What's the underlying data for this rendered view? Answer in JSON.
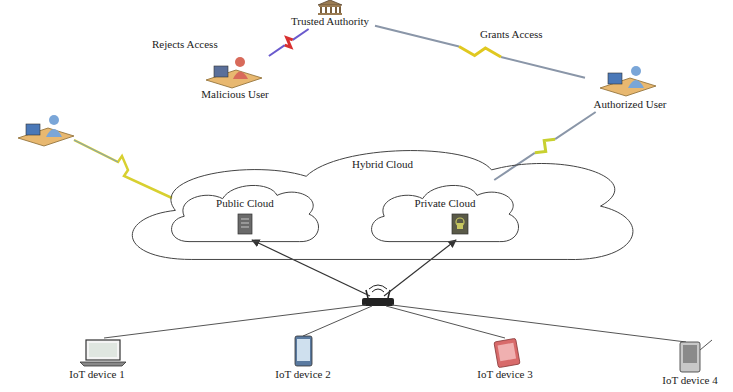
{
  "diagram": {
    "nodes": [
      {
        "text": [
          "Trusted Authority"
        ]
      },
      {
        "text": [
          "Malicious User"
        ]
      },
      {
        "text": [
          "Authorized User"
        ]
      },
      {
        "text": [
          "Hybrid Cloud"
        ]
      },
      {
        "text": [
          "Public Cloud"
        ],
        "in": 3
      },
      {
        "text": [
          "Private Cloud"
        ],
        "in": 3
      },
      {
        "text": [
          "IoT device 1"
        ]
      },
      {
        "text": [
          "IoT device 2"
        ]
      },
      {
        "text": [
          "IoT device 3"
        ]
      },
      {
        "text": [
          "IoT device 4"
        ]
      }
    ],
    "edges": [
      {
        "from": 0,
        "to": 1,
        "label": "Rejects Access",
        "arrow": "none"
      },
      {
        "from": 0,
        "to": 2,
        "label": "Grants Access",
        "arrow": "none"
      },
      {
        "from": 2,
        "to": 5,
        "arrow": "none"
      }
    ]
  }
}
